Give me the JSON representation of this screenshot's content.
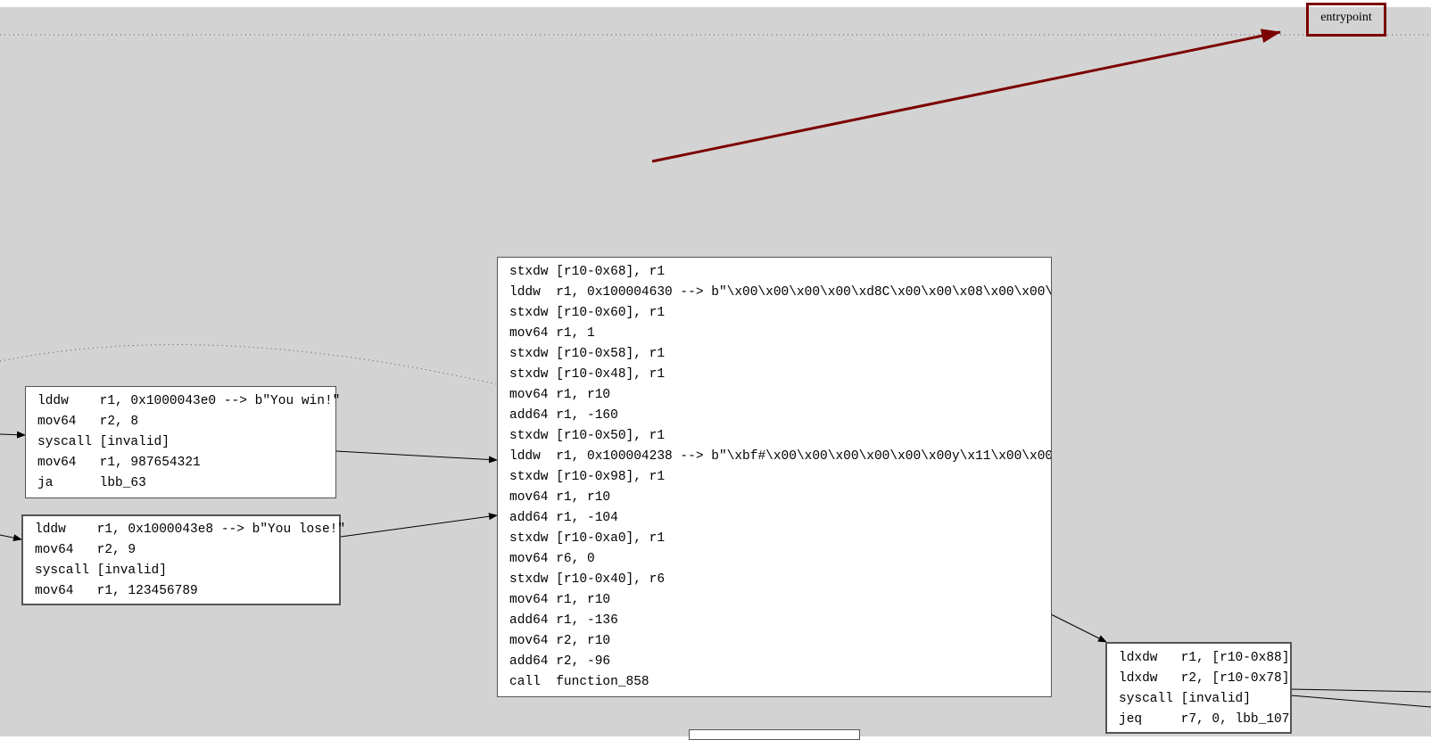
{
  "colors": {
    "canvas_bg": "#d3d3d3",
    "node_bg": "#ffffff",
    "node_border": "#555555",
    "entry_edge": "#7b0000"
  },
  "entry": {
    "label": "entrypoint"
  },
  "nodes": {
    "win": {
      "lines": [
        "lddw    r1, 0x1000043e0 --> b\"You win!\"",
        "mov64   r2, 8",
        "syscall [invalid]",
        "mov64   r1, 987654321",
        "ja      lbb_63"
      ]
    },
    "lose": {
      "lines": [
        "lddw    r1, 0x1000043e8 --> b\"You lose!\"",
        "mov64   r2, 9",
        "syscall [invalid]",
        "mov64   r1, 123456789"
      ]
    },
    "main": {
      "lines": [
        "stxdw [r10-0x68], r1",
        "lddw  r1, 0x100004630 --> b\"\\x00\\x00\\x00\\x00\\xd8C\\x00\\x00\\x08\\x00\\x00\\x…",
        "stxdw [r10-0x60], r1",
        "mov64 r1, 1",
        "stxdw [r10-0x58], r1",
        "stxdw [r10-0x48], r1",
        "mov64 r1, r10",
        "add64 r1, -160",
        "stxdw [r10-0x50], r1",
        "lddw  r1, 0x100004238 --> b\"\\xbf#\\x00\\x00\\x00\\x00\\x00\\x00y\\x11\\x00\\x00\\…",
        "stxdw [r10-0x98], r1",
        "mov64 r1, r10",
        "add64 r1, -104",
        "stxdw [r10-0xa0], r1",
        "mov64 r6, 0",
        "stxdw [r10-0x40], r6",
        "mov64 r1, r10",
        "add64 r1, -136",
        "mov64 r2, r10",
        "add64 r2, -96",
        "call  function_858"
      ]
    },
    "cmp": {
      "lines": [
        "ldxdw   r1, [r10-0x88]",
        "ldxdw   r2, [r10-0x78]",
        "syscall [invalid]",
        "jeq     r7, 0, lbb_107"
      ]
    }
  }
}
